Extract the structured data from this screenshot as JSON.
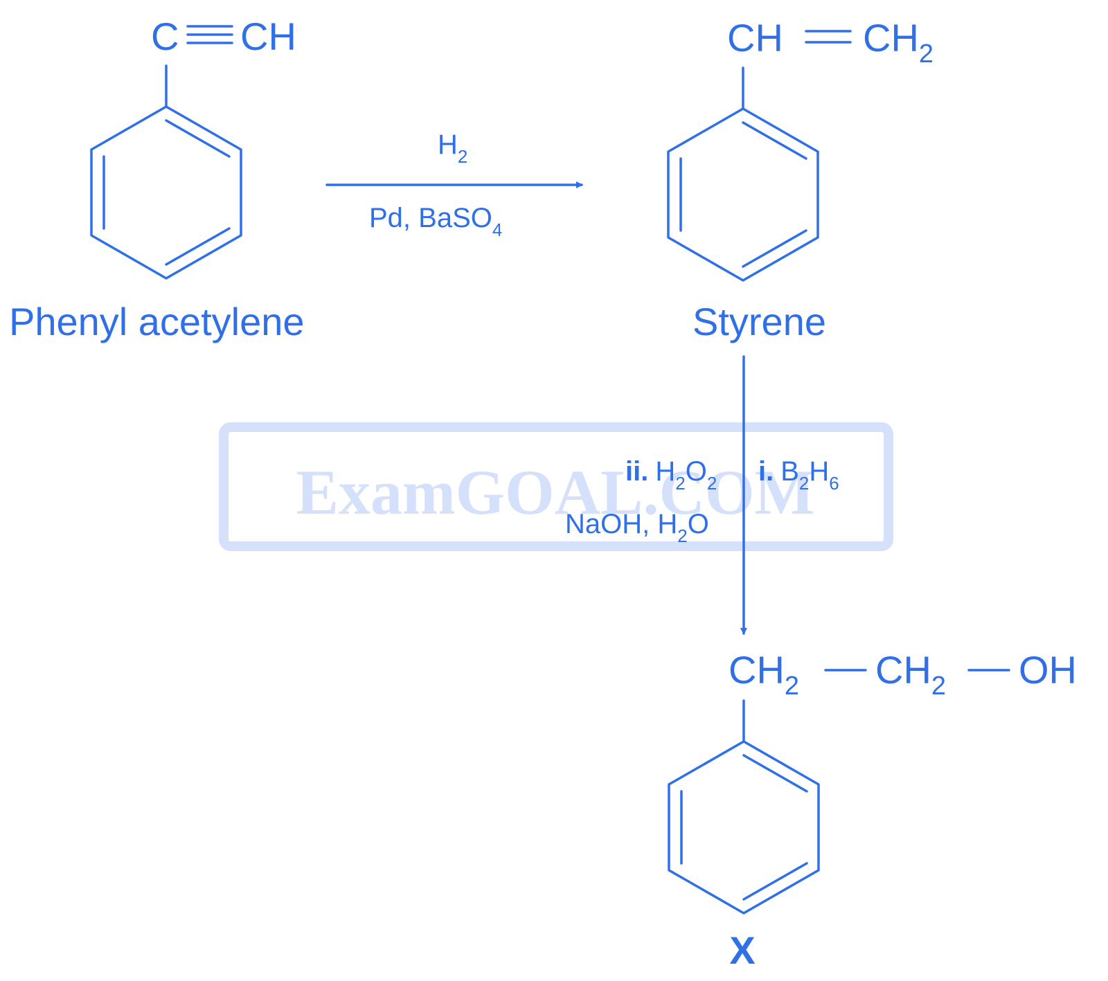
{
  "accent_color": "#2f6fe8",
  "watermark": {
    "text": "ExamGOAL.COM",
    "color": "#d5e1fb"
  },
  "reactant": {
    "group": {
      "left": "C",
      "right": "CH"
    },
    "name": "Phenyl acetylene"
  },
  "step1": {
    "reagent_top": {
      "main": "H",
      "sub": "2"
    },
    "reagent_bottom": {
      "main": "Pd, BaSO",
      "sub": "4"
    }
  },
  "intermediate": {
    "group": {
      "left": "CH",
      "right": "CH",
      "right_sub": "2"
    },
    "name": "Styrene"
  },
  "step2": {
    "reagent_right": {
      "label": "i.",
      "b": "B",
      "b_sub": "2",
      "h": "H",
      "h_sub": "6"
    },
    "reagent_left": {
      "label": "ii.",
      "h": "H",
      "h_sub": "2",
      "o": "O",
      "o_sub": "2"
    },
    "reagent_bottom": {
      "main": "NaOH, H",
      "sub": "2",
      "tail": "O"
    }
  },
  "product": {
    "chain": {
      "g1": "CH",
      "g1_sub": "2",
      "g2": "CH",
      "g2_sub": "2",
      "g3": "OH"
    },
    "name": "X"
  }
}
